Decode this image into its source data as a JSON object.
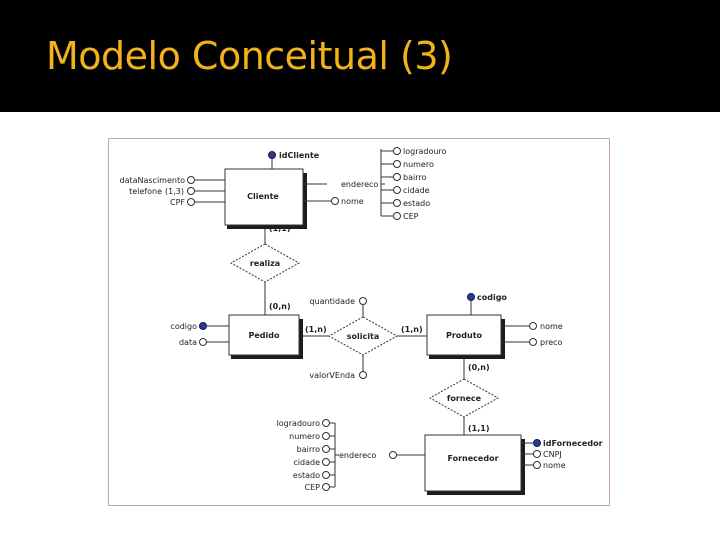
{
  "slide": {
    "title": "Modelo Conceitual (3)"
  },
  "diagram": {
    "entities": {
      "cliente": "Cliente",
      "pedido": "Pedido",
      "produto": "Produto",
      "fornecedor": "Fornecedor"
    },
    "relationships": {
      "realiza": "realiza",
      "solicita": "solicita",
      "fornece": "fornece"
    },
    "cardinalities": {
      "cliente_realiza": "(1,1)",
      "pedido_realiza": "(0,n)",
      "pedido_solicita": "(1,n)",
      "produto_solicita": "(1,n)",
      "produto_fornece": "(0,n)",
      "fornecedor_fornece": "(1,1)",
      "telefone": "(1,3)"
    },
    "attributes": {
      "cliente_id": "idCliente",
      "cliente_nasc": "dataNascimento",
      "cliente_tel": "telefone",
      "cliente_cpf": "CPF",
      "cliente_endereco": "endereco",
      "cliente_nome": "nome",
      "cliente_logradouro": "logradouro",
      "cliente_numero": "numero",
      "cliente_bairro": "bairro",
      "cliente_cidade": "cidade",
      "cliente_estado": "estado",
      "cliente_cep": "CEP",
      "pedido_codigo": "codigo",
      "pedido_data": "data",
      "solicita_quantidade": "quantidade",
      "solicita_valor": "valorVEnda",
      "produto_codigo": "codigo",
      "produto_nome": "nome",
      "produto_preco": "preco",
      "forn_logradouro": "logradouro",
      "forn_numero": "numero",
      "forn_bairro": "bairro",
      "forn_cidade": "cidade",
      "forn_estado": "estado",
      "forn_cep": "CEP",
      "forn_endereco": "endereco",
      "forn_id": "idFornecedor",
      "forn_cnpj": "CNPJ",
      "forn_nome": "nome"
    }
  }
}
